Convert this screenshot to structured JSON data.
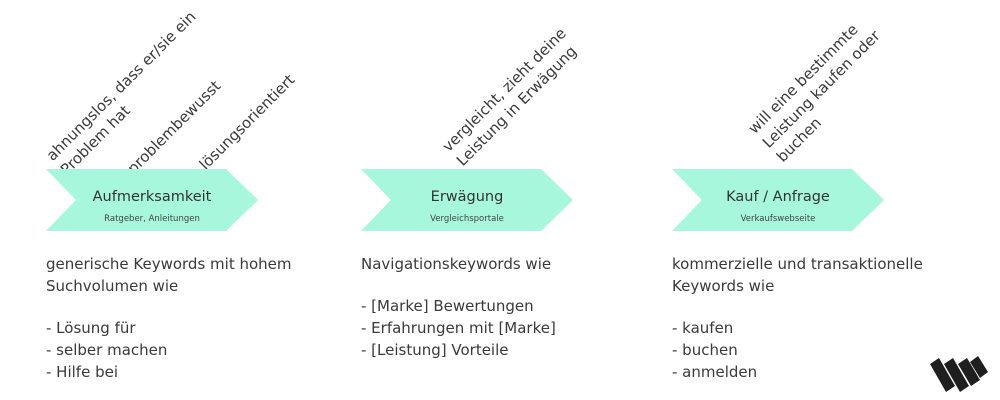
{
  "stages": [
    {
      "annotations": [
        {
          "lines": [
            "ahnungslos, dass er/sie ein",
            "Problem hat"
          ]
        },
        {
          "lines": [
            "problembewusst"
          ]
        },
        {
          "lines": [
            "lösungsorientiert"
          ]
        }
      ],
      "title": "Aufmerksamkeit",
      "subtitle": "Ratgeber, Anleitungen",
      "description": [
        "generische Keywords mit hohem",
        "Suchvolumen wie"
      ],
      "items": [
        "- Lösung für",
        "- selber machen",
        "- Hilfe bei"
      ]
    },
    {
      "annotations": [
        {
          "lines": [
            "vergleicht, zieht deine",
            "Leistung in Erwägung"
          ]
        }
      ],
      "title": "Erwägung",
      "subtitle": "Vergleichsportale",
      "description": [
        "Navigationskeywords wie"
      ],
      "items": [
        "- [Marke] Bewertungen",
        "- Erfahrungen mit [Marke]",
        "- [Leistung] Vorteile"
      ]
    },
    {
      "annotations": [
        {
          "lines": [
            "will eine bestimmte",
            "Leistung kaufen oder",
            "buchen"
          ]
        }
      ],
      "title": "Kauf / Anfrage",
      "subtitle": "Verkaufswebseite",
      "description": [
        "kommerzielle und transaktionelle",
        "Keywords wie"
      ],
      "items": [
        "- kaufen",
        "- buchen",
        "- anmelden"
      ]
    }
  ],
  "colors": {
    "chevron_fill": "#a6f7dc",
    "text": "#3a3a3a",
    "logo": "#1f1f1f"
  },
  "logo": {
    "icon": "w-brand-logo"
  }
}
